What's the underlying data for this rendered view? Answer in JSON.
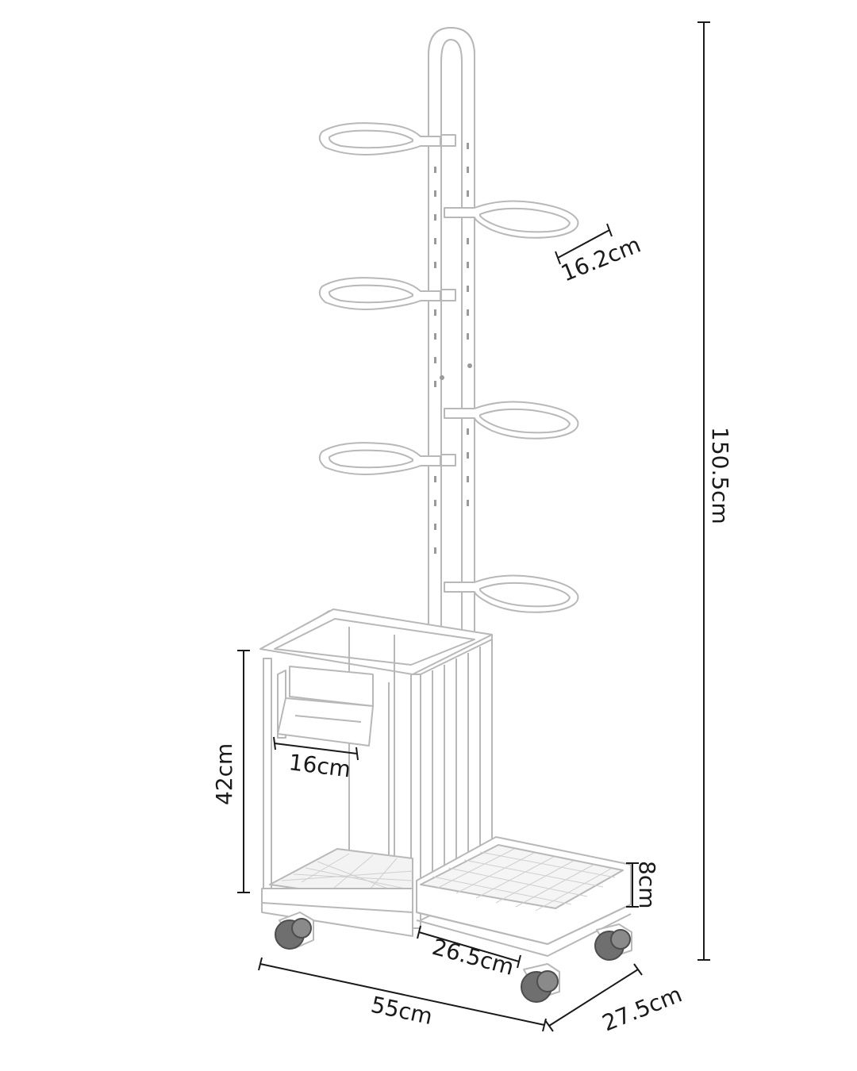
{
  "dimensions": {
    "height": "150.5cm",
    "ring_diameter": "16.2cm",
    "basket_height": "42cm",
    "pocket_width": "16cm",
    "tray_depth": "8cm",
    "tray_width": "26.5cm",
    "total_width": "55cm",
    "total_depth": "27.5cm"
  },
  "colors": {
    "frame": "#ffffff",
    "outline": "#b8b8b8",
    "shadow": "#e6e6e6",
    "wheel": "#6f6f6f",
    "dimension_line": "#1a1a1a"
  }
}
